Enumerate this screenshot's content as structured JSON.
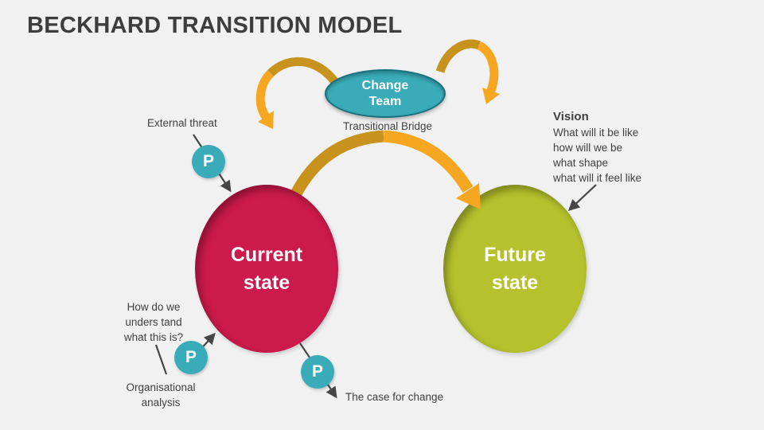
{
  "slide": {
    "title": "BECKHARD TRANSITION MODEL",
    "background_color": "#f1f1f2",
    "title_color": "#3d3d3d"
  },
  "palette": {
    "teal": "#3aabb8",
    "crimson": "#cb1a4b",
    "green": "#b5c22d",
    "gold_dark": "#c7921d",
    "orange": "#f6a722",
    "annotation_text": "#404040"
  },
  "bridge": {
    "team_line1": "Change",
    "team_line2": "Team",
    "caption": "Transitional Bridge"
  },
  "states": {
    "current_line1": "Current",
    "current_line2": "state",
    "future_line1": "Future",
    "future_line2": "state"
  },
  "annotations": {
    "p_label": "P",
    "external_threat": "External threat",
    "understand": [
      "How do we",
      "unders tand",
      "what this is?"
    ],
    "organisational": [
      "Organisational",
      "analysis"
    ],
    "case_for_change": "The case for change",
    "vision_title": "Vision",
    "vision_lines": [
      "What will it be like",
      "how will we be",
      "what shape",
      "what will it feel like"
    ]
  }
}
